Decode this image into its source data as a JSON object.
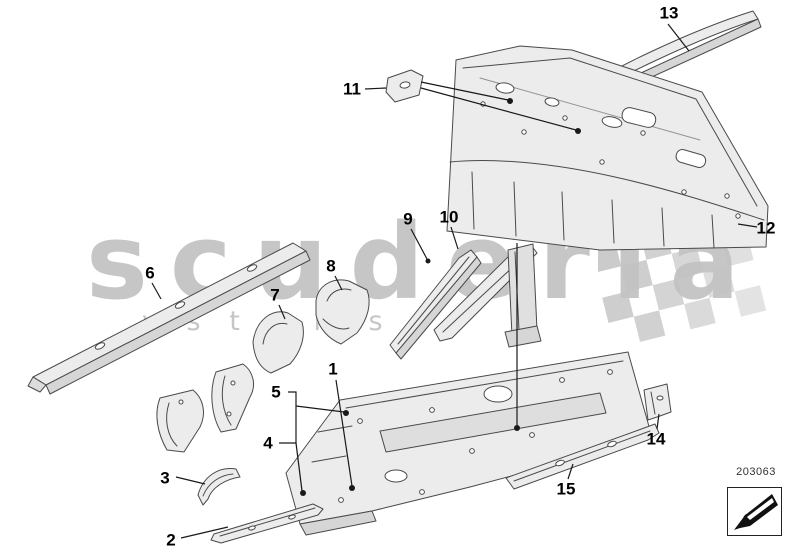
{
  "diagram": {
    "watermark": {
      "line1": "scuderia",
      "line2": "y s t e m s"
    },
    "part_code": "203063",
    "callouts": [
      {
        "label": "1"
      },
      {
        "label": "2"
      },
      {
        "label": "3"
      },
      {
        "label": "4"
      },
      {
        "label": "5"
      },
      {
        "label": "6"
      },
      {
        "label": "7"
      },
      {
        "label": "8"
      },
      {
        "label": "9"
      },
      {
        "label": "10"
      },
      {
        "label": "11"
      },
      {
        "label": "12"
      },
      {
        "label": "13"
      },
      {
        "label": "14"
      },
      {
        "label": "15"
      }
    ]
  }
}
